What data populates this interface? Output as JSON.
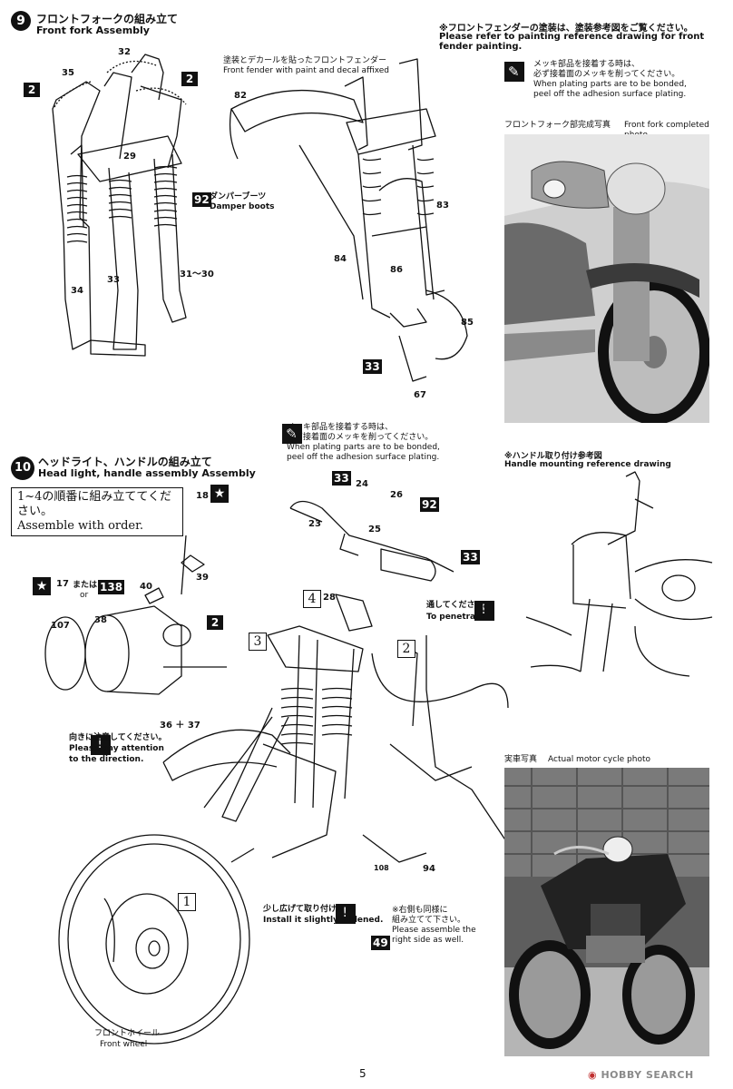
{
  "step9": {
    "number": "9",
    "title_jp": "フロントフォークの組み立て",
    "title_en": "Front fork Assembly",
    "boots_jp": "ダンパーブーツ",
    "boots_en": "Damper boots",
    "fender_jp": "塗装とデカールを貼ったフロントフェンダー",
    "fender_en": "Front fender with paint and decal affixed",
    "parts": {
      "p2a": "2",
      "p2b": "2",
      "p35": "35",
      "p32": "32",
      "p29": "29",
      "p92": "92",
      "p3130": "31～30",
      "p34": "34",
      "p33": "33",
      "p82": "82",
      "p83": "83",
      "p84": "84",
      "p86": "86",
      "p85": "85",
      "p33b": "33",
      "p67": "67"
    }
  },
  "fender_note": {
    "jp": "※フロントフェンダーの塗装は、塗装参考図をご覧ください。",
    "en": "Please refer to painting reference drawing for front fender painting."
  },
  "plating_note_top": {
    "jp1": "メッキ部品を接着する時は、",
    "jp2": "必ず接着面のメッキを削ってください。",
    "en1": "When plating parts are to be bonded,",
    "en2": "peel off the adhesion surface plating."
  },
  "photo1_caption": {
    "jp": "フロントフォーク部完成写真",
    "en": "Front fork completed photo"
  },
  "plating_note_mid": {
    "jp1": "メッキ部品を接着する時は、",
    "jp2": "必ず接着面のメッキを削ってください。",
    "en1": "When plating parts are to be bonded,",
    "en2": "peel off the adhesion surface plating."
  },
  "step10": {
    "number": "10",
    "title_jp": "ヘッドライト、ハンドルの組み立て",
    "title_en": "Head light, handle assembly Assembly",
    "order_jp": "1~4の順番に組み立ててください。",
    "order_en": "Assemble with order.",
    "or_jp": "または",
    "or_en": "or",
    "direction_jp": "向きに注意してください。",
    "direction_en1": "Please pay attention",
    "direction_en2": "to the direction.",
    "penetrate_jp": "通してください。",
    "penetrate_en": "To penetrate",
    "widen_jp": "少し広げて取り付けます。",
    "widen_en": "Install it slightly widened.",
    "right_jp1": "※右側も同様に",
    "right_jp2": "組み立てて下さい。",
    "right_en1": "Please assemble the",
    "right_en2": "right side as well.",
    "wheel_jp": "フロントホイール",
    "wheel_en": "Front wheel",
    "steps": {
      "s1": "1",
      "s2": "2",
      "s3": "3",
      "s4": "4"
    },
    "parts": {
      "p18": "18",
      "p17": "17",
      "p138": "138",
      "p40": "40",
      "p39": "39",
      "p107": "107",
      "p38": "38",
      "p2": "2",
      "p3637": "36 ＋ 37",
      "p33a": "33",
      "p24": "24",
      "p26": "26",
      "p92": "92",
      "p23": "23",
      "p25": "25",
      "p33b": "33",
      "p28": "28",
      "p94": "94",
      "p108": "108",
      "p49": "49"
    }
  },
  "handle_ref": {
    "jp": "※ハンドル取り付け参考図",
    "en": "Handle mounting reference drawing"
  },
  "photo2_caption": {
    "jp": "実車写真",
    "en": "Actual motor cycle photo"
  },
  "page_number": "5",
  "watermark": "HOBBY SEARCH"
}
